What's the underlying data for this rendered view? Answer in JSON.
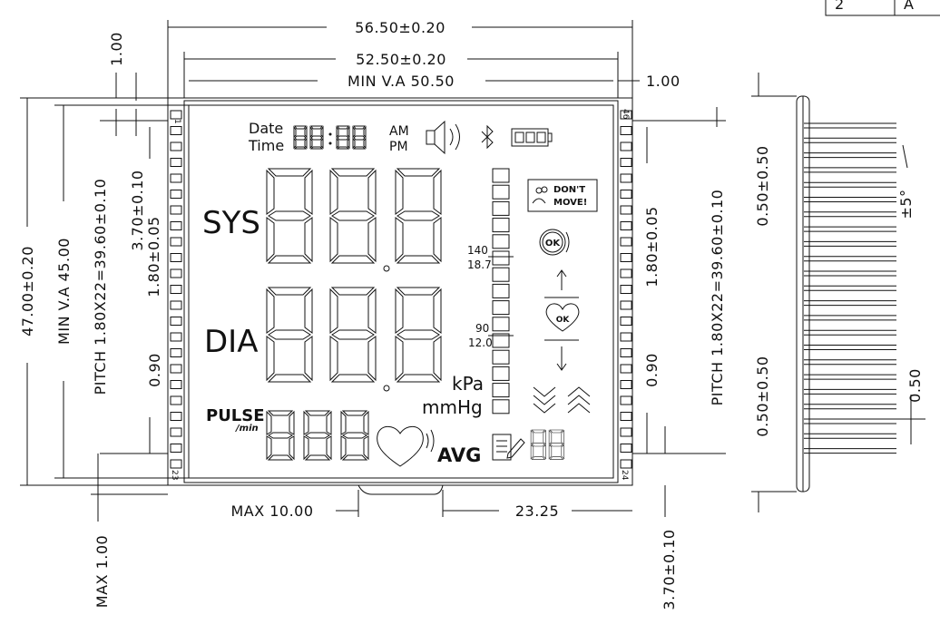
{
  "title_block": {
    "cell_1": "2",
    "cell_2": "A"
  },
  "dimensions": {
    "overall_width": "56.50±0.20",
    "viewing_width": "52.50±0.20",
    "active_width": "MIN  V.A  50.50",
    "edge_top": "1.00",
    "edge_right": "1.00",
    "overall_height": "47.00±0.20",
    "active_height": "MIN  V.A  45.00",
    "pitch_left": "PITCH  1.80X22=39.60±0.10",
    "pitch_right": "PITCH  1.80X22=39.60±0.10",
    "offset_left_1": "3.70±0.10",
    "pin_width_left": "1.80±0.05",
    "pin_width_right": "1.80±0.05",
    "pin_gap_left": "0.90",
    "pin_gap_right": "0.90",
    "tail_max": "MAX  10.00",
    "tail_offset": "23.25",
    "bottom_max": "MAX  1.00",
    "bottom_offset": "3.70±0.10",
    "side_top": "0.50±0.50",
    "side_bottom": "0.50±0.50",
    "side_pin": "0.50",
    "side_angle": "±5°"
  },
  "pins": {
    "top_left": "1",
    "bottom_left": "23",
    "top_right": "46",
    "bottom_right": "24"
  },
  "lcd": {
    "date_label": "Date",
    "time_label": "Time",
    "am": "AM",
    "pm": "PM",
    "sys": "SYS",
    "dia": "DIA",
    "pulse": "PULSE",
    "per_min": "/min",
    "kpa": "kPa",
    "mmhg": "mmHg",
    "avg": "AVG",
    "scale_140": "140",
    "scale_18_7": "18.7",
    "scale_90": "90",
    "scale_12_0": "12.0",
    "dont": "DON'T",
    "move": "MOVE!",
    "ok": "OK"
  }
}
